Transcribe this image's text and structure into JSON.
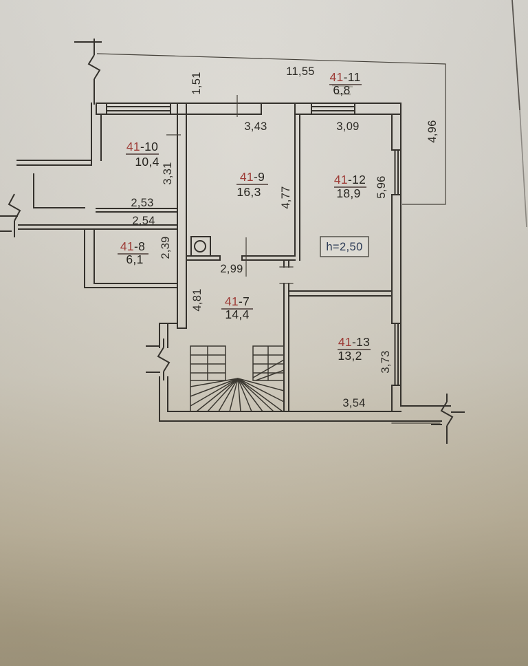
{
  "page": {
    "type": "scanned floor plan photo"
  },
  "notes": {
    "height": "h=2,50"
  },
  "rooms": {
    "r7": {
      "number": "41-7",
      "prefix": "41",
      "suffix": "-7",
      "area": "14,4"
    },
    "r8": {
      "number": "41-8",
      "prefix": "41",
      "suffix": "-8",
      "area": "6,1"
    },
    "r9": {
      "number": "41-9",
      "prefix": "41",
      "suffix": "-9",
      "area": "16,3"
    },
    "r10": {
      "number": "41-10",
      "prefix": "41",
      "suffix": "-10",
      "area": "10,4"
    },
    "r11": {
      "number": "41-11",
      "prefix": "41",
      "suffix": "-11",
      "area": "6,8"
    },
    "r12": {
      "number": "41-12",
      "prefix": "41",
      "suffix": "-12",
      "area": "18,9"
    },
    "r13": {
      "number": "41-13",
      "prefix": "41",
      "suffix": "-13",
      "area": "13,2"
    }
  },
  "dims": {
    "offset_left": "1,51",
    "top_width": "11,55",
    "r9_top": "3,43",
    "r12_top": "3,09",
    "balcony_side": "4,96",
    "r10_side": "3,31",
    "r9_side": "4,77",
    "r12_side": "5,96",
    "duct_a": "2,53",
    "duct_b": "2,54",
    "r8_side": "2,39",
    "r9_bottom": "2,99",
    "hall_side": "4,81",
    "r13_side": "3,73",
    "r13_bottom": "3,54"
  },
  "icons": {
    "wall_break": "break-line symbol",
    "sink_fixture": "square with circle",
    "stairs": "U-stair with winders"
  },
  "colors": {
    "paper_top": "#dbd9d3",
    "paper_bottom": "#a0967c",
    "line": "#34312c",
    "room_prefix_red": "#9e3c37",
    "text_black": "#26241f",
    "height_note_blue": "#2b3a55"
  }
}
